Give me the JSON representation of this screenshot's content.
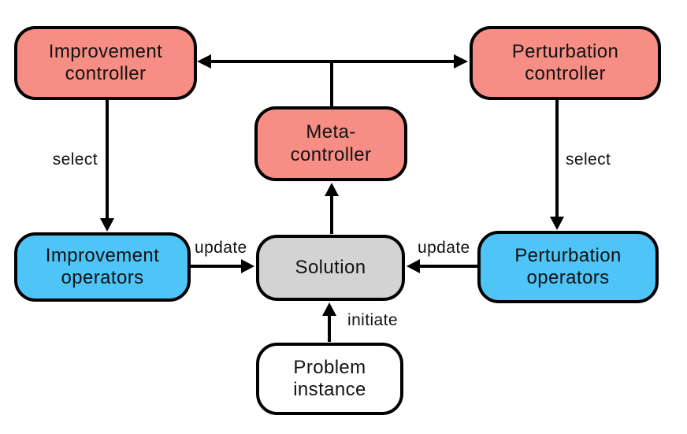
{
  "diagram": {
    "nodes": {
      "improvement_controller": {
        "line1": "Improvement",
        "line2": "controller",
        "fill": "#F78E85"
      },
      "perturbation_controller": {
        "line1": "Perturbation",
        "line2": "controller",
        "fill": "#F78E85"
      },
      "meta_controller": {
        "line1": "Meta-",
        "line2": "controller",
        "fill": "#F78E85"
      },
      "improvement_operators": {
        "line1": "Improvement",
        "line2": "operators",
        "fill": "#4EC4F7"
      },
      "solution": {
        "line1": "Solution",
        "line2": "",
        "fill": "#D3D3D3"
      },
      "perturbation_operators": {
        "line1": "Perturbation",
        "line2": "operators",
        "fill": "#4EC4F7"
      },
      "problem_instance": {
        "line1": "Problem",
        "line2": "instance",
        "fill": "#FFFFFF"
      }
    },
    "edge_labels": {
      "select_left": "select",
      "select_right": "select",
      "update_left": "update",
      "update_right": "update",
      "initiate": "initiate"
    },
    "colors": {
      "controller_fill": "#F78E85",
      "operator_fill": "#4EC4F7",
      "solution_fill": "#D3D3D3",
      "problem_instance_fill": "#FFFFFF",
      "line_stroke": "#000000",
      "text": "#121212",
      "background": "#FFFFFF"
    }
  }
}
